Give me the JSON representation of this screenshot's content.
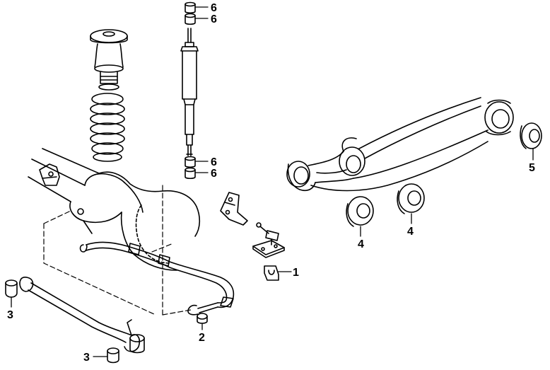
{
  "diagram": {
    "callouts": [
      {
        "id": "c6a",
        "label": "6"
      },
      {
        "id": "c6b",
        "label": "6"
      },
      {
        "id": "c6c",
        "label": "6"
      },
      {
        "id": "c6d",
        "label": "6"
      },
      {
        "id": "c5",
        "label": "5"
      },
      {
        "id": "c4a",
        "label": "4"
      },
      {
        "id": "c4b",
        "label": "4"
      },
      {
        "id": "c1",
        "label": "1"
      },
      {
        "id": "c2",
        "label": "2"
      },
      {
        "id": "c3a",
        "label": "3"
      },
      {
        "id": "c3b",
        "label": "3"
      }
    ],
    "colors": {
      "line": "#000000",
      "background": "#ffffff"
    }
  }
}
